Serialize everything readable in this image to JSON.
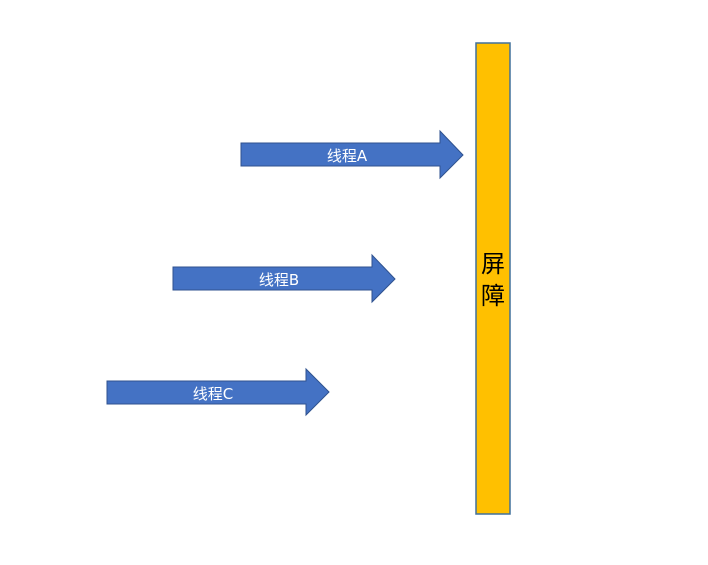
{
  "arrows": [
    {
      "label": "线程A"
    },
    {
      "label": "线程B"
    },
    {
      "label": "线程C"
    }
  ],
  "barrier": {
    "label_line1": "屏",
    "label_line2": "障"
  },
  "colors": {
    "arrow_fill": "#4472C4",
    "arrow_stroke": "#2F528F",
    "barrier_fill": "#FFC000",
    "barrier_stroke": "#41719C",
    "background": "#FFFFFF"
  }
}
